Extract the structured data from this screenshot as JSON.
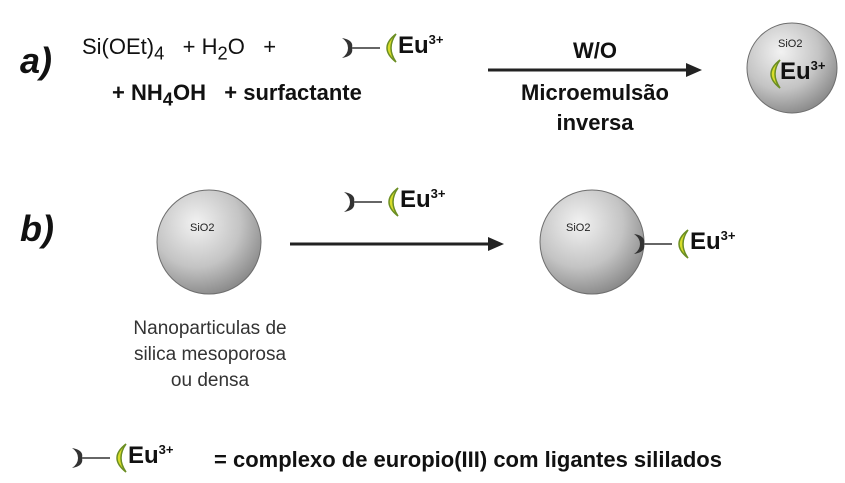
{
  "panel_a": {
    "label": "a)",
    "reagents_line1": [
      "Si(OEt)",
      "4",
      "+ H",
      "2",
      "O",
      "+"
    ],
    "reagents_line2": [
      "+ NH",
      "4",
      "OH",
      "+ surfactante"
    ],
    "arrow_top": "W/O",
    "arrow_bottom_1": "Microemulsão",
    "arrow_bottom_2": "inversa",
    "product_sio2": "SiO2"
  },
  "panel_b": {
    "label": "b)",
    "reactant_sio2": "SiO2",
    "product_sio2": "SiO2",
    "caption_line1": "Nanoparticulas de",
    "caption_line2": "silica mesoporosa",
    "caption_line3": "ou densa"
  },
  "complex": {
    "ion": "Eu",
    "charge": "3+"
  },
  "legend": {
    "text": "= complexo de europio(III) com ligantes sililados"
  },
  "colors": {
    "sphere_light": "#e6e6e6",
    "sphere_dark": "#8c8c8c",
    "ligand_yellow": "#d7dd2a",
    "ligand_green": "#6b8e23",
    "hook": "#333333"
  }
}
